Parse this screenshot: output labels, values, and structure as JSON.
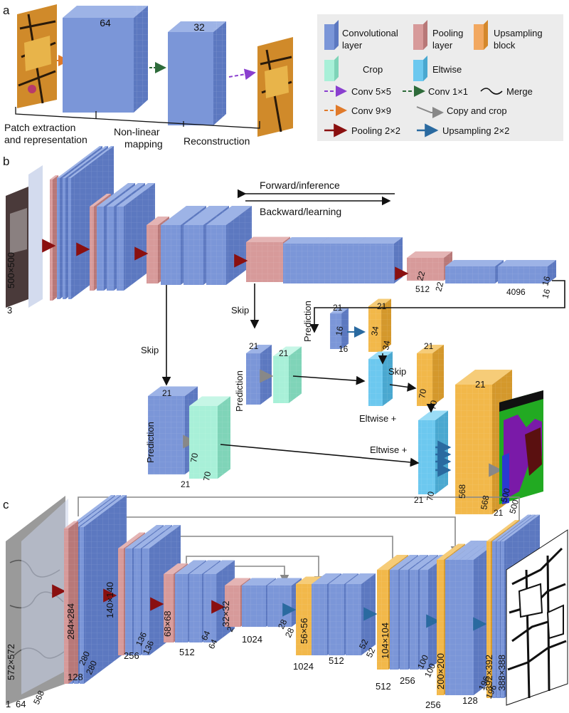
{
  "panels": {
    "a": {
      "label": "a",
      "block1_num": "64",
      "block2_num": "32",
      "stages": [
        "Patch extraction",
        "and representation",
        "Non-linear",
        "mapping",
        "Reconstruction"
      ]
    },
    "b": {
      "label": "b",
      "forward": "Forward/inference",
      "backward": "Backward/learning",
      "input_size": "500×500",
      "input_ch": "3",
      "skip": "Skip",
      "prediction": "Prediction",
      "eltwise_plus": "Eltwise +",
      "numbers": {
        "n512": "512",
        "n22a": "22",
        "n22b": "22",
        "n4096": "4096",
        "n16a": "16",
        "n16b": "16",
        "p1_21": "21",
        "p1_16": "16",
        "p1_16b": "16",
        "up1_21": "21",
        "up1_34": "34",
        "up1_34b": "34",
        "p2_21": "21",
        "p2_21b": "21",
        "up2_21": "21",
        "up2_70": "70",
        "up2_70b": "70",
        "p3_21": "21",
        "p3_21b": "21",
        "p3_70": "70",
        "p3_70b": "70",
        "e2_21": "21",
        "e2_70": "70",
        "big_21": "21",
        "big_568": "568",
        "big_568b": "568",
        "out_500": "500",
        "out_500b": "500",
        "out_21": "21"
      }
    },
    "c": {
      "label": "c",
      "sizes": [
        "572×572",
        "284×284",
        "140×140",
        "68×68",
        "32×32",
        "56×56",
        "104×104",
        "200×200",
        "392×392",
        "388×388"
      ],
      "channels": [
        "1",
        "64",
        "568",
        "128",
        "280",
        "256",
        "136",
        "512",
        "64",
        "1024",
        "28",
        "512",
        "52",
        "256",
        "100",
        "128",
        "196",
        "512",
        "1024",
        "256",
        "2",
        "280",
        "136",
        "64",
        "28",
        "52",
        "100",
        "196"
      ]
    }
  },
  "legend": {
    "conv_layer": [
      "Convolutional",
      "layer"
    ],
    "pool_layer": [
      "Pooling",
      "layer"
    ],
    "upsample_block": [
      "Upsampling",
      "block"
    ],
    "crop": "Crop",
    "eltwise": "Eltwise",
    "conv5": "Conv 5×5",
    "conv1": "Conv 1×1",
    "merge": "Merge",
    "conv9": "Conv 9×9",
    "copy_crop": "Copy and crop",
    "pool2": "Pooling 2×2",
    "upsample2": "Upsampling 2×2"
  },
  "colors": {
    "conv": "#7b96d8",
    "conv_side": "#5c78c0",
    "conv_top": "#9db3e6",
    "pool": "#d79a9a",
    "pool_side": "#b87878",
    "upsample": "#f2b84a",
    "upsample_side": "#d4982c",
    "crop": "#a8f0d8",
    "eltwise": "#6cc8ef",
    "arrow_purple": "#8a3fcf",
    "arrow_green": "#2e6b3a",
    "arrow_orange": "#e07a2a",
    "arrow_red": "#8a1010",
    "arrow_blue": "#2a6aa0",
    "arrow_gray": "#888888"
  }
}
